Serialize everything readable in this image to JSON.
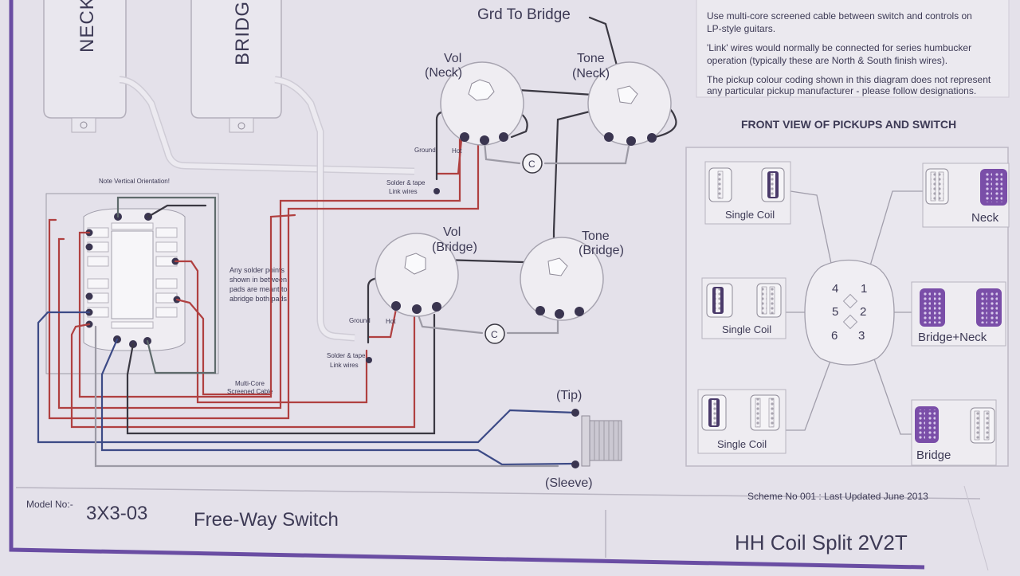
{
  "pickups": {
    "neck": "NECK",
    "bridge": "BRIDGE"
  },
  "controls": {
    "vol_neck": [
      "Vol",
      "(Neck)"
    ],
    "tone_neck": [
      "Tone",
      "(Neck)"
    ],
    "vol_bridge": [
      "Vol",
      "(Bridge)"
    ],
    "tone_bridge": [
      "Tone",
      "(Bridge)"
    ],
    "grd_to_bridge": "Grd To Bridge",
    "cap": "C"
  },
  "wire_labels": {
    "ground": "Ground",
    "hot": "Hot",
    "solder_link": [
      "Solder & tape",
      "Link wires"
    ],
    "multi_core": [
      "Multi-Core",
      "Screened Cable"
    ],
    "vertical_note": "Note Vertical Orientation!",
    "solder_points": [
      "Any solder points",
      "shown in between",
      "pads are meant to",
      "abridge both pads"
    ]
  },
  "jack": {
    "tip": "(Tip)",
    "sleeve": "(Sleeve)"
  },
  "notes": [
    "Use multi-core screened cable between switch and controls on",
    "LP-style guitars.",
    "'Link' wires would normally be connected  for series humbucker",
    "operation (typically these are North & South finish wires).",
    "The pickup colour coding shown in this diagram does not represent",
    "any particular pickup manufacturer - please follow designations."
  ],
  "front_view": {
    "title": "FRONT VIEW OF PICKUPS AND SWITCH",
    "positions": [
      "1",
      "2",
      "3",
      "4",
      "5",
      "6"
    ],
    "boxes": [
      "Single Coil",
      "Neck",
      "Single Coil",
      "Bridge+Neck",
      "Single Coil",
      "Bridge"
    ]
  },
  "footer": {
    "model_label": "Model No:-",
    "model_value": "3X3-03",
    "switch_name": "Free-Way Switch",
    "scheme": "Scheme No 001 : Last Updated June 2013",
    "title": "HH Coil Split 2V2T"
  },
  "colors": {
    "purple": "#6a4da3",
    "red": "#b04040",
    "black": "#3a3842",
    "blue": "#3c4a86",
    "grey": "#9c9aa5",
    "green": "#6d7a6c"
  }
}
